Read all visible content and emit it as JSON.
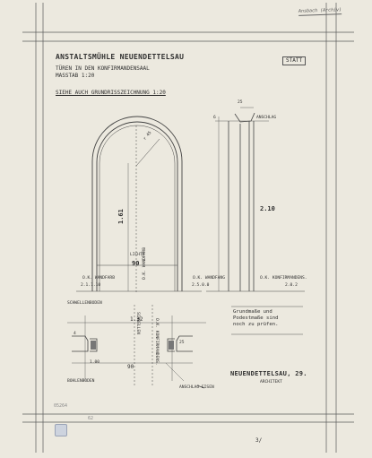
{
  "header": {
    "title": "ANSTALTSMÜHLE NEUENDETTELSAU",
    "subtitle_1": "TÜREN IN DEN KONFIRMANDENSAAL",
    "subtitle_2": "MASSTAB 1:20",
    "section_label": "SIEHE AUCH GRUNDRISSZEICHNUNG 1:20",
    "sheet_code": "STATT"
  },
  "elevation": {
    "door_opening_height": "1.61",
    "clear_width_label": "LICHTE",
    "clear_width": "90",
    "radius_label": "r 45",
    "left_level": "O.K. WANDFARB",
    "left_level_value": "2.1.1.10",
    "center_level": "O.K. WANDFARB",
    "right_level": "O.K. WANDFANG",
    "right_level_value": "2.5.0.0",
    "far_level": "O.K. KONFIRMANDENS.",
    "far_level_value": "2.0.2"
  },
  "section_side": {
    "top_dim": "25",
    "anschlag": "ANSCHLAG",
    "left_dim": "6",
    "height": "2.10"
  },
  "plan_detail": {
    "label_top": "SCHWELLENBODEN",
    "label_bottom": "BOHLENBODEN",
    "width_1": "1.32",
    "width_2": "90",
    "dim_left": "4",
    "dim_right": "25",
    "vertical_label": "SCHWELLEN",
    "vertical_label_2": "O.K. KONFIRMANDENS.",
    "bottom_note": "ANSCHLAG EISEN",
    "bottom_small": "1.00"
  },
  "note": {
    "text": "Grundmaße und\nPodestmaße sind\nnoch zu prüfen."
  },
  "signature": {
    "place_date": "NEUENDETTELSAU, 29.",
    "role": "ARCHITEKT"
  },
  "archive": {
    "inventory": "05264",
    "folio": "62",
    "page_number": "3/"
  },
  "top_right_scribble": "Ansbach (Archiv)"
}
